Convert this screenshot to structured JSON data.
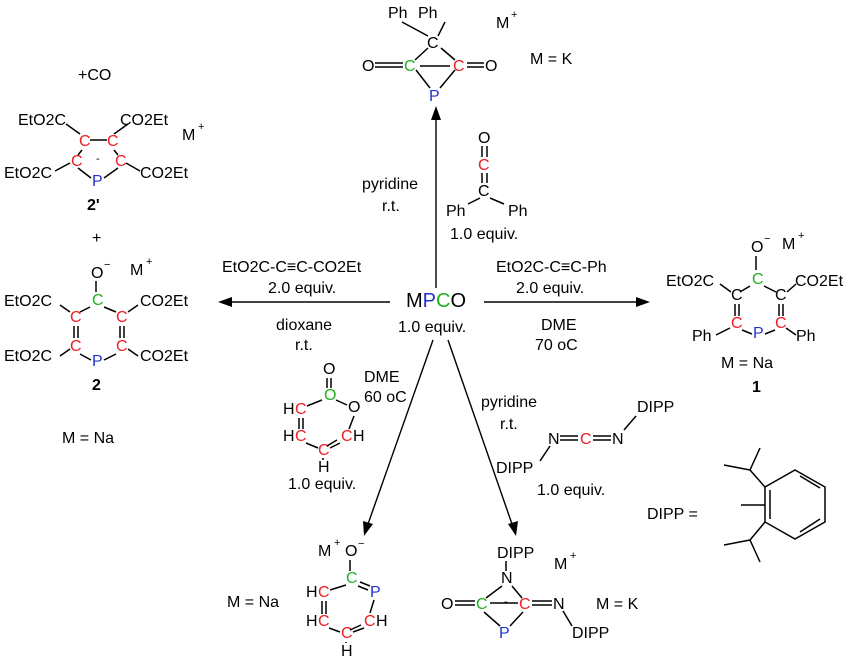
{
  "center": {
    "formula_M": "M",
    "formula_P": "P",
    "formula_C": "C",
    "formula_O": "O",
    "equiv": "1.0 equiv."
  },
  "colors": {
    "red": "#ee1c25",
    "green": "#20b020",
    "blue": "#2233cc"
  },
  "top_reaction": {
    "reagent_top": "O",
    "reagent_c1": "C",
    "reagent_c2": "C",
    "reagent_ph1": "Ph",
    "reagent_ph2": "Ph",
    "equiv": "1.0 equiv.",
    "solvent": "pyridine",
    "temp": "r.t.",
    "product": {
      "ph1": "Ph",
      "ph2": "Ph",
      "c_top": "C",
      "o_left": "O",
      "c_left": "C",
      "c_right": "C",
      "o_right": "O",
      "p": "P",
      "cation": "M",
      "cation_charge": "+",
      "m_label": "M = K"
    }
  },
  "left_reaction": {
    "reagent": "EtO2C-C≡C-CO2Et",
    "equiv": "2.0 equiv.",
    "solvent": "dioxane",
    "temp": "r.t.",
    "co": "+CO",
    "plus": "+",
    "product_2prime": {
      "tl": "EtO2C",
      "tr": "CO2Et",
      "bl": "EtO2C",
      "br": "CO2Et",
      "c": "C",
      "p": "P",
      "charge": "-",
      "cation": "M",
      "cation_charge": "+",
      "label": "2'"
    },
    "product_2": {
      "o": "O",
      "o_charge": "−",
      "c": "C",
      "p": "P",
      "tl": "EtO2C",
      "tr": "CO2Et",
      "bl": "EtO2C",
      "br": "CO2Et",
      "cation": "M",
      "cation_charge": "+",
      "label": "2"
    },
    "m_label": "M = Na"
  },
  "right_reaction": {
    "reagent": "EtO2C-C≡C-Ph",
    "equiv": "2.0 equiv.",
    "solvent": "DME",
    "temp": "70 oC",
    "product": {
      "o": "O",
      "o_charge": "−",
      "cation": "M",
      "cation_charge": "+",
      "tl": "EtO2C",
      "tr": "CO2Et",
      "ph1": "Ph",
      "ph2": "Ph",
      "c": "C",
      "p": "P",
      "m_label": "M = Na",
      "label": "1"
    }
  },
  "bottom_left_reaction": {
    "reagent_o_top": "O",
    "reagent_o_ring": "O",
    "h": "H",
    "c": "C",
    "solvent": "DME",
    "temp": "60 oC",
    "equiv": "1.0 equiv.",
    "product": {
      "cation": "M",
      "cation_charge": "+",
      "o": "O",
      "o_charge": "−",
      "c": "C",
      "p": "P",
      "h": "H",
      "m_label": "M = Na"
    }
  },
  "bottom_right_reaction": {
    "solvent": "pyridine",
    "temp": "r.t.",
    "reagent_n": "N",
    "reagent_c": "C",
    "dipp": "DIPP",
    "equiv": "1.0 equiv.",
    "product": {
      "dipp_top": "DIPP",
      "n": "N",
      "cation": "M",
      "cation_charge": "+",
      "o": "O",
      "c": "C",
      "charge": "-",
      "p": "P",
      "dipp_bottom": "DIPP",
      "m_label": "M = K"
    },
    "dipp_def": "DIPP ="
  }
}
